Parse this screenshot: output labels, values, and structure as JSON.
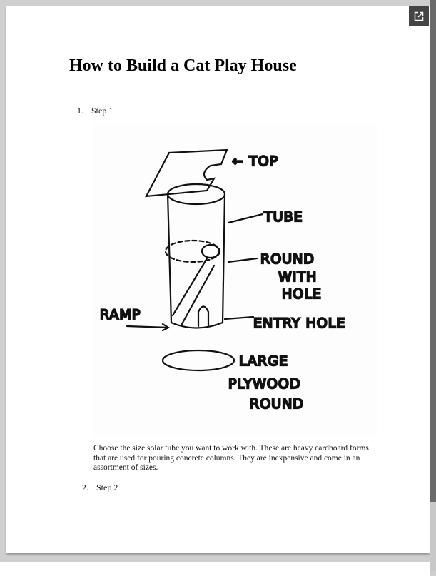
{
  "document": {
    "title": "How to Build a Cat Play House",
    "steps": [
      {
        "number": "1.",
        "label": "Step 1",
        "description": "Choose the size solar tube you want to work with. These are heavy cardboard forms that are used for pouring concrete columns. They are inexpensive and come in an assortment of sizes."
      },
      {
        "number": "2.",
        "label": "Step 2"
      }
    ],
    "sketch_labels": {
      "top": "← TOP",
      "tube": "TUBE",
      "round1": "ROUND",
      "round2": "WITH",
      "round3": "HOLE",
      "ramp": "RAMP",
      "entry": "ENTRY HOLE",
      "large1": "LARGE",
      "large2": "PLYWOOD",
      "large3": "ROUND"
    }
  },
  "viewer": {
    "popout_icon": "open-in-new-icon"
  }
}
